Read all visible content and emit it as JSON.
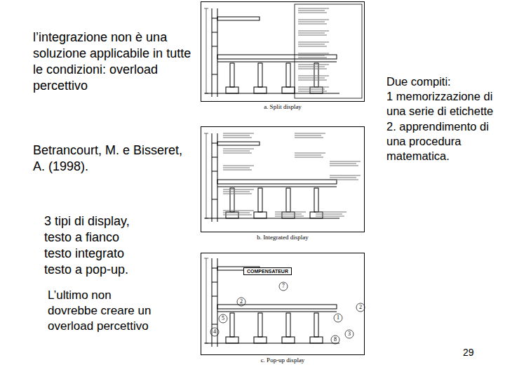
{
  "diagram": {
    "nodes": [
      {
        "text": [
          "a. Split display"
        ]
      },
      {
        "text": [
          "b. Integrated display"
        ]
      },
      {
        "text": [
          "c. Pop-up display"
        ]
      },
      {
        "text": [
          "COMPENSATEUR"
        ],
        "in": 2
      }
    ],
    "labels": [
      "l’integrazione non è una soluzione applicabile in tutte le condizioni: overload percettivo",
      "Betrancourt, M. e Bisseret, A. (1998).",
      "3 tipi di display,",
      "testo a fianco",
      "testo integrato",
      "testo a pop-up.",
      "L’ultimo non dovrebbe creare un overload percettivo",
      "Due compiti:",
      "1 memorizzazione di una serie di etichette",
      "2. apprendimento di una procedura matematica.",
      "29",
      "7",
      "2",
      "5",
      "4",
      "1",
      "8",
      "3",
      "2"
    ]
  }
}
